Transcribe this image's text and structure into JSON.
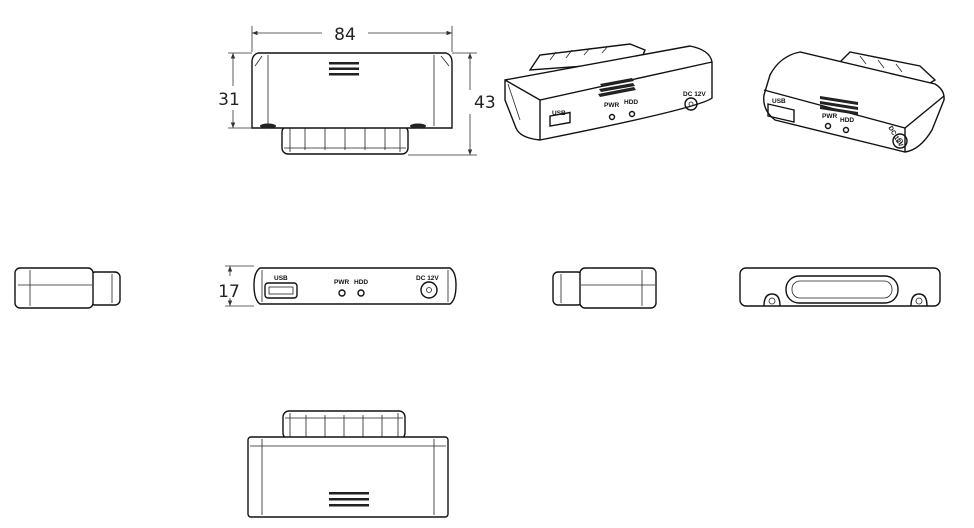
{
  "drawing": {
    "dimensions": {
      "width": "84",
      "depth_body": "31",
      "depth_total": "43",
      "height": "17"
    },
    "port_labels": {
      "usb": "USB",
      "pwr": "PWR",
      "hdd": "HDD",
      "dc": "DC 12V"
    },
    "colors": {
      "line": "#111111",
      "background": "#ffffff"
    }
  }
}
